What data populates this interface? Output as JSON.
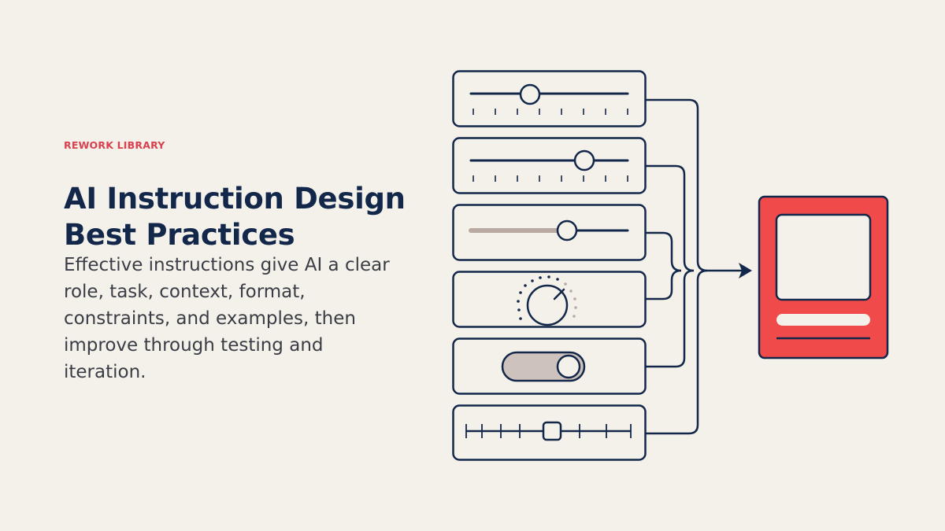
{
  "eyebrow": "REWORK LIBRARY",
  "title_line1": "AI Instruction Design",
  "title_line2": "Best Practices",
  "description": "Effective instructions give AI a clear role, task, context, format, constraints, and examples, then improve through testing and iteration.",
  "colors": {
    "background": "#f4f1ea",
    "accent_red": "#f04a4a",
    "navy": "#12274a",
    "taupe": "#b8aaa2",
    "eyebrow": "#d8414f"
  },
  "illustration": {
    "controls": [
      {
        "kind": "slider-with-ticks",
        "icon": "slider-icon",
        "level": 0.34
      },
      {
        "kind": "slider-with-ticks",
        "icon": "slider-icon",
        "level": 0.72
      },
      {
        "kind": "filled-slider",
        "icon": "progress-slider-icon",
        "level": 0.62
      },
      {
        "kind": "dial",
        "icon": "dial-knob-icon"
      },
      {
        "kind": "toggle",
        "icon": "toggle-switch-icon",
        "state": "on"
      },
      {
        "kind": "stepper-slider",
        "icon": "stepped-slider-icon",
        "level": 0.5
      }
    ],
    "output": {
      "icon": "output-card-icon"
    }
  }
}
